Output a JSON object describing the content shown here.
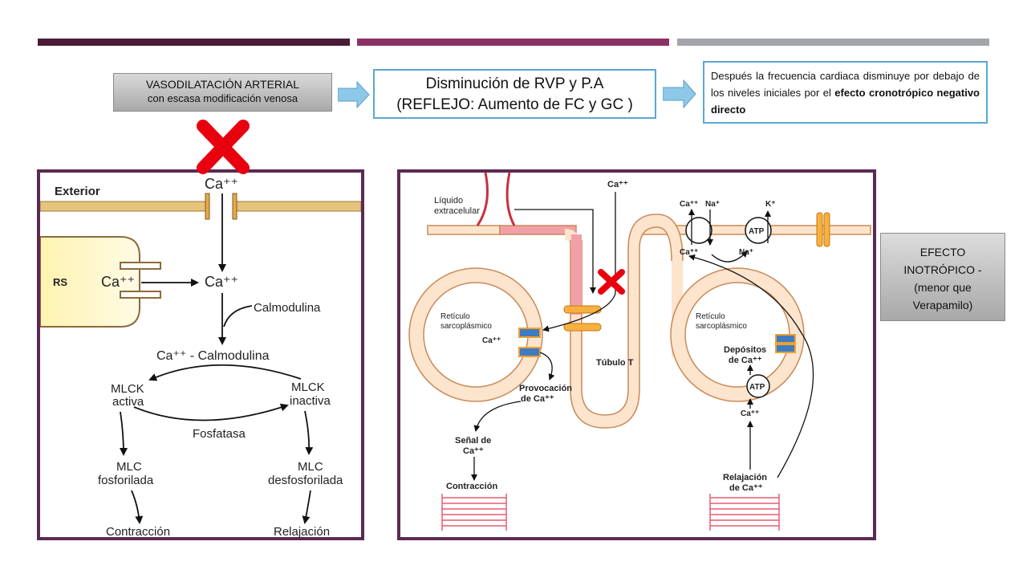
{
  "colors": {
    "bar1": "#4a1b36",
    "bar2": "#8b3264",
    "bar3": "#a2a5aa",
    "panel_border": "#5b2a52",
    "box_border": "#5aa8d0",
    "arrow_fill": "#8ec8e8",
    "cross": "#e8000f"
  },
  "flow": {
    "box1_line1": "VASODILATACIÓN ARTERIAL",
    "box1_line2": "con escasa modificación venosa",
    "box2_line1": "Disminución de RVP y P.A",
    "box2_line2": "(REFLEJO: Aumento de FC y GC )",
    "box3_text_a": "Después la frecuencia cardiaca disminuye por debajo de los niveles iniciales por el ",
    "box3_text_b": "efecto cronotrópico negativo directo"
  },
  "side_note": {
    "line1": "EFECTO",
    "line2": "INOTRÓPICO -",
    "line3": "(menor que",
    "line4": "Verapamilo)"
  },
  "left_diagram": {
    "exterior": "Exterior",
    "rs": "RS",
    "ca_top": "Ca⁺⁺",
    "ca_rs": "Ca⁺⁺",
    "ca_mid": "Ca⁺⁺",
    "calmodulina": "Calmodulina",
    "ca_calmodulina": "Ca⁺⁺ - Calmodulina",
    "mlck_activa_1": "MLCK",
    "mlck_activa_2": "activa",
    "mlck_inactiva_1": "MLCK",
    "mlck_inactiva_2": "inactiva",
    "fosfatasa": "Fosfatasa",
    "mlc_fos_1": "MLC",
    "mlc_fos_2": "fosforilada",
    "mlc_desfos_1": "MLC",
    "mlc_desfos_2": "desfosforilada",
    "contraccion": "Contracción",
    "relajacion": "Relajación"
  },
  "right_diagram": {
    "liquido_1": "Líquido",
    "liquido_2": "extracelular",
    "ca_top": "Ca⁺⁺",
    "reticulo_left_1": "Retículo",
    "reticulo_left_2": "sarcoplásmico",
    "ca_left": "Ca⁺⁺",
    "provocacion_1": "Provocación",
    "provocacion_2": "de Ca⁺⁺",
    "senal_1": "Señal de",
    "senal_2": "Ca⁺⁺",
    "contraccion": "Contracción",
    "tubulo": "Túbulo T",
    "ca_pump": "Ca⁺⁺",
    "na_pump": "Na⁺",
    "k_pump": "K⁺",
    "atp_top": "ATP",
    "ca_below": "Ca⁺⁺",
    "na_below": "Na⁺",
    "reticulo_right_1": "Retículo",
    "reticulo_right_2": "sarcoplásmico",
    "depositos_1": "Depósitos",
    "depositos_2": "de Ca⁺⁺",
    "atp_right": "ATP",
    "ca_right": "Ca⁺⁺",
    "relajacion_1": "Relajación",
    "relajacion_2": "de Ca⁺⁺"
  }
}
